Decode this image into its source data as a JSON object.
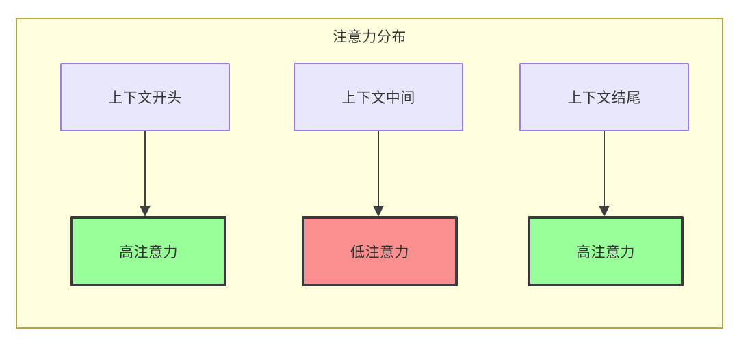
{
  "diagram": {
    "type": "flowchart",
    "title": "注意力分布",
    "background_color": "#ffffff",
    "container": {
      "name": "attention-distribution-subgraph",
      "label": "注意力分布",
      "fill_color": "#ffffde",
      "border_color": "#b5a642"
    },
    "columns": [
      {
        "id": "col-1",
        "source": {
          "id": "context-start",
          "label": "上下文开头",
          "fill_color": "#e8e8fd",
          "border_color": "#9f7aea"
        },
        "target": {
          "id": "attention-high-start",
          "label": "高注意力",
          "level": "high",
          "fill_color": "#99ff99",
          "border_color": "#3a3a3a"
        },
        "edge": {
          "id": "edge-1",
          "style": "solid",
          "arrow": "triangle",
          "color": "#3f3f3f"
        }
      },
      {
        "id": "col-2",
        "source": {
          "id": "context-middle",
          "label": "上下文中间",
          "fill_color": "#e8e8fd",
          "border_color": "#9f7aea"
        },
        "target": {
          "id": "attention-low-middle",
          "label": "低注意力",
          "level": "low",
          "fill_color": "#fa8f8f",
          "border_color": "#3a3a3a"
        },
        "edge": {
          "id": "edge-2",
          "style": "solid",
          "arrow": "triangle",
          "color": "#3f3f3f"
        }
      },
      {
        "id": "col-3",
        "source": {
          "id": "context-end",
          "label": "上下文结尾",
          "fill_color": "#e8e8fd",
          "border_color": "#9f7aea"
        },
        "target": {
          "id": "attention-high-end",
          "label": "高注意力",
          "level": "high",
          "fill_color": "#99ff99",
          "border_color": "#3a3a3a"
        },
        "edge": {
          "id": "edge-3",
          "style": "solid",
          "arrow": "triangle",
          "color": "#3f3f3f"
        }
      }
    ]
  }
}
